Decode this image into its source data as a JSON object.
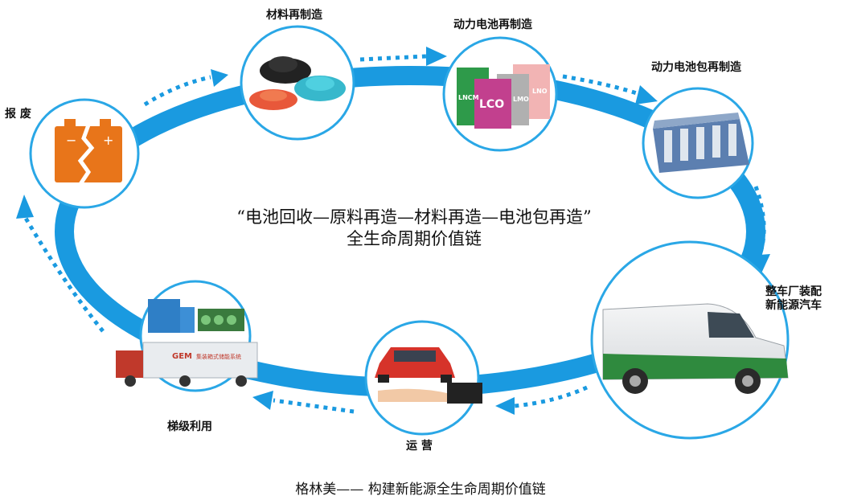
{
  "nodes": {
    "scrap": {
      "label": "报 废"
    },
    "material": {
      "label": "材料再制造"
    },
    "battery": {
      "label": "动力电池再制造",
      "cell_labels": [
        "LNCM",
        "LCO",
        "LMO",
        "LNO"
      ]
    },
    "pack": {
      "label": "动力电池包再制造"
    },
    "vehicle": {
      "label_lines": [
        "整车厂装配",
        "新能源汽车"
      ]
    },
    "operation": {
      "label": "运 营"
    },
    "cascade": {
      "label": "梯级利用",
      "truck_brand": "GEM",
      "truck_text": "集装箱式储能系统"
    }
  },
  "center": {
    "line1": "“电池回收—原料再造—材料再造—电池包再造”",
    "line2": "全生命周期价值链"
  },
  "caption": "格林美—— 构建新能源全生命周期价值链",
  "colors": {
    "ring": "#1a9ae0",
    "dotted": "#1a9ae0",
    "circle_border": "#2aa7e6"
  }
}
